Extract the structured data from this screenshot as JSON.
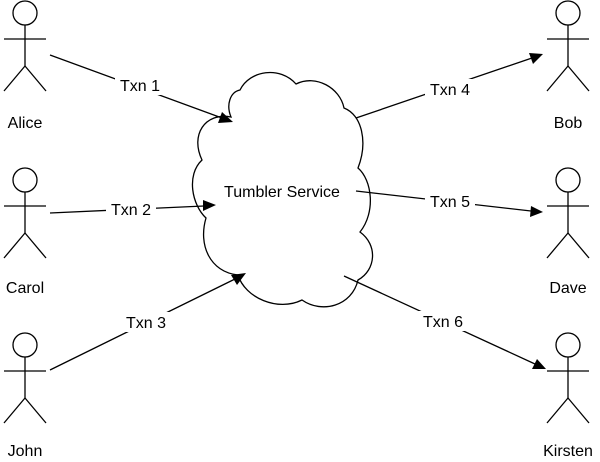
{
  "diagram": {
    "service": {
      "id": "tumbler",
      "label": "Tumbler Service"
    },
    "actors": [
      {
        "id": "alice",
        "label": "Alice"
      },
      {
        "id": "carol",
        "label": "Carol"
      },
      {
        "id": "john",
        "label": "John"
      },
      {
        "id": "bob",
        "label": "Bob"
      },
      {
        "id": "dave",
        "label": "Dave"
      },
      {
        "id": "kirsten",
        "label": "Kirsten"
      }
    ],
    "edges": [
      {
        "from": "alice",
        "to": "tumbler",
        "label": "Txn 1"
      },
      {
        "from": "carol",
        "to": "tumbler",
        "label": "Txn 2"
      },
      {
        "from": "john",
        "to": "tumbler",
        "label": "Txn 3"
      },
      {
        "from": "tumbler",
        "to": "bob",
        "label": "Txn 4"
      },
      {
        "from": "tumbler",
        "to": "dave",
        "label": "Txn 5"
      },
      {
        "from": "tumbler",
        "to": "kirsten",
        "label": "Txn 6"
      }
    ]
  }
}
